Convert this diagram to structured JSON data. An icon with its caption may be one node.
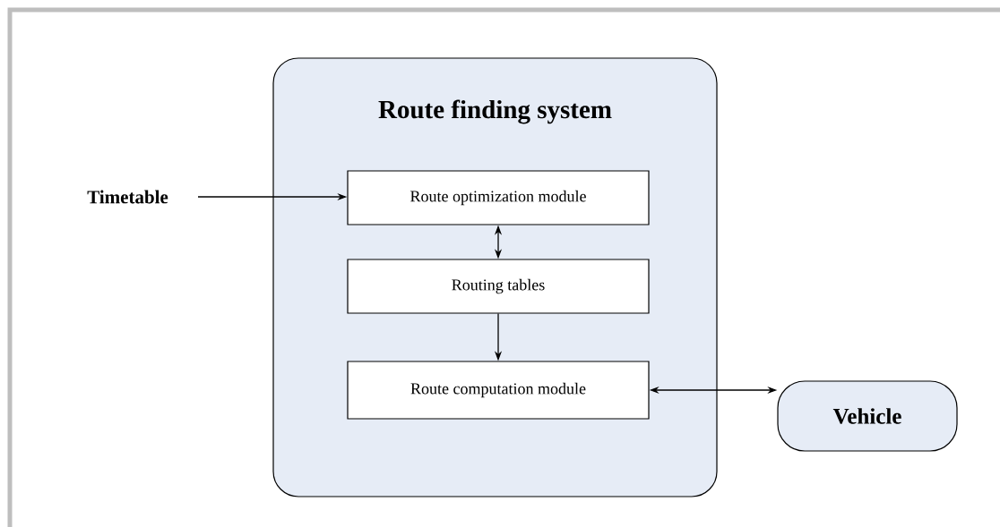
{
  "diagram": {
    "nodes": [
      {
        "text": [
          "Route finding system"
        ]
      },
      {
        "text": [
          "Route optimization module"
        ],
        "in": 0
      },
      {
        "text": [
          "Routing tables"
        ],
        "in": 0
      },
      {
        "text": [
          "Route computation module"
        ],
        "in": 0
      },
      {
        "text": [
          "Timetable"
        ]
      },
      {
        "text": [
          "Vehicle"
        ]
      }
    ],
    "edges": [
      {
        "from": 4,
        "to": 1,
        "arrow": "to"
      },
      {
        "from": 1,
        "to": 2,
        "arrow": "both"
      },
      {
        "from": 2,
        "to": 3,
        "arrow": "to"
      },
      {
        "from": 3,
        "to": 5,
        "arrow": "both"
      }
    ]
  }
}
